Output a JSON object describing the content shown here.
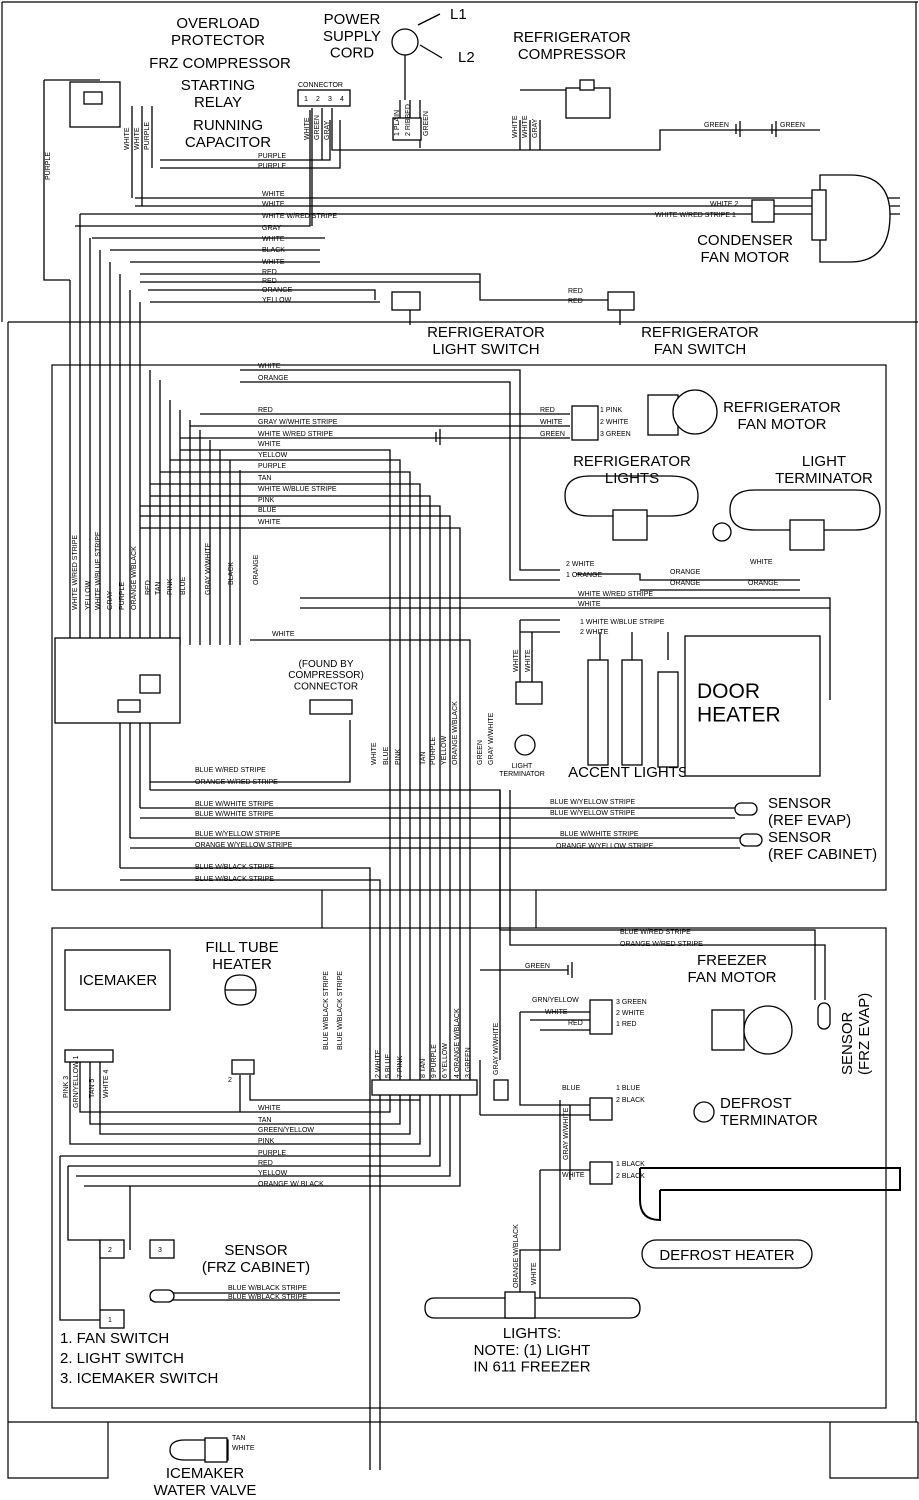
{
  "components": {
    "overload_protector": "OVERLOAD\nPROTECTOR",
    "frz_compressor": "FRZ COMPRESSOR",
    "starting_relay": "STARTING\nRELAY",
    "running_capacitor": "RUNNING\nCAPACITOR",
    "connector": "CONNECTOR",
    "connector_pins": [
      "1",
      "2",
      "3",
      "4"
    ],
    "power_supply_cord": "POWER\nSUPPLY\nCORD",
    "l1": "L1",
    "l2": "L2",
    "cord_wires": [
      "1 PLAIN",
      "2 RIBBED",
      "GREEN"
    ],
    "refrigerator_compressor": "REFRIGERATOR\nCOMPRESSOR",
    "condenser_fan_motor": "CONDENSER\nFAN MOTOR",
    "refrigerator_light_switch": "REFRIGERATOR\nLIGHT SWITCH",
    "refrigerator_fan_switch": "REFRIGERATOR\nFAN SWITCH",
    "refrigerator_fan_motor": "REFRIGERATOR\nFAN MOTOR",
    "refrigerator_lights": "REFRIGERATOR\nLIGHTS",
    "light_terminator": "LIGHT\nTERMINATOR",
    "found_by_compressor_connector": "(FOUND BY\nCOMPRESSOR)\nCONNECTOR",
    "door_heater": "DOOR\nHEATER",
    "light_terminator_small": "LIGHT\nTERMINATOR",
    "accent_lights": "ACCENT LIGHTS",
    "sensor_ref_evap": "SENSOR\n(REF EVAP)",
    "sensor_ref_cabinet": "SENSOR\n(REF CABINET)",
    "icemaker": "ICEMAKER",
    "fill_tube_heater": "FILL TUBE\nHEATER",
    "freezer_fan_motor": "FREEZER\nFAN MOTOR",
    "sensor_frz_evap": "SENSOR\n(FRZ EVAP)",
    "defrost_terminator": "DEFROST\nTERMINATOR",
    "defrost_heater": "DEFROST HEATER",
    "sensor_frz_cabinet": "SENSOR\n(FRZ CABINET)",
    "lights_note": "LIGHTS:\nNOTE: (1) LIGHT\nIN 611 FREEZER",
    "icemaker_water_valve": "ICEMAKER\nWATER VALVE"
  },
  "legend": [
    "1. FAN SWITCH",
    "2. LIGHT SWITCH",
    "3. ICEMAKER SWITCH"
  ],
  "switch_numbers": [
    "1",
    "2",
    "3"
  ],
  "wire_labels": {
    "top_bus": [
      "PURPLE",
      "PURPLE",
      "WHITE",
      "WHITE",
      "WHITE W/RED STRIPE",
      "GRAY",
      "WHITE",
      "BLACK",
      "WHITE",
      "RED",
      "RED",
      "ORANGE",
      "YELLOW"
    ],
    "compressor_vertical": [
      "WHITE",
      "WHITE",
      "PURPLE"
    ],
    "connector_vertical": [
      "WHITE",
      "GREEN",
      "GRAY"
    ],
    "ref_comp_vertical": [
      "WHITE",
      "WHITE",
      "GRAY"
    ],
    "left_purple": "PURPLE",
    "green_1": "GREEN",
    "green_2": "GREEN",
    "condenser_wires": [
      "WHITE 2",
      "WHITE W/RED STRIPE 1"
    ],
    "fan_switch_red": [
      "RED",
      "RED"
    ],
    "ref_fan_bus": [
      "WHITE",
      "ORANGE",
      "RED",
      "GRAY W/WHITE STRIPE",
      "WHITE W/RED STRIPE",
      "WHITE",
      "YELLOW",
      "PURPLE",
      "TAN",
      "WHITE W/BLUE STRIPE",
      "PINK",
      "BLUE",
      "WHITE"
    ],
    "ref_fan_motor_left": [
      "RED",
      "WHITE",
      "GREEN"
    ],
    "ref_fan_motor_pins": [
      "1 PINK",
      "2 WHITE",
      "3 GREEN"
    ],
    "light_connector": [
      "2 WHITE",
      "1 ORANGE"
    ],
    "lights_wires": [
      "ORANGE",
      "ORANGE",
      "WHITE",
      "ORANGE"
    ],
    "heater_wires": [
      "WHITE W/RED STRIPE",
      "WHITE"
    ],
    "accent_connector": [
      "1 WHITE W/BLUE STRIPE",
      "2 WHITE"
    ],
    "control_white": "WHITE",
    "left_vertical": [
      "WHITE W/RED STRIPE",
      "YELLOW",
      "WHITE W/BLUE STRIPE",
      "GRAY",
      "PURPLE",
      "ORANGE W/BLACK",
      "RED",
      "TAN",
      "PINK",
      "BLUE",
      "GRAY W/WHITE",
      "BLACK",
      "ORANGE"
    ],
    "middle_vertical": [
      "WHITE",
      "BLUE",
      "PINK",
      "TAN",
      "PURPLE",
      "YELLOW",
      "ORANGE W/BLACK",
      "GREEN",
      "GRAY W/WHITE"
    ],
    "light_term_vertical": [
      "WHITE",
      "WHITE"
    ],
    "sensor_bus": [
      "BLUE W/RED STRIPE",
      "ORANGE W/RED STRIPE",
      "BLUE W/WHITE STRIPE",
      "BLUE W/WHITE STRIPE",
      "BLUE W/YELLOW STRIPE",
      "ORANGE W/YELLOW STRIPE",
      "BLUE W/BLACK STRIPE",
      "BLUE W/BLACK STRIPE"
    ],
    "sensor_right": [
      "BLUE W/YELLOW STRIPE",
      "BLUE W/YELLOW STRIPE",
      "BLUE W/WHITE STRIPE",
      "ORANGE W/YELLOW STRIPE"
    ],
    "frz_evap_wires": [
      "BLUE W/RED STRIPE",
      "ORANGE W/RED STRIPE"
    ],
    "freezer_green": "GREEN",
    "freezer_fan_left": [
      "GRN/YELLOW",
      "WHITE",
      "RED"
    ],
    "freezer_fan_pins": [
      "3 GREEN",
      "2 WHITE",
      "1 RED"
    ],
    "defrost_term_wires": [
      "BLUE",
      "1 BLUE",
      "2 BLACK"
    ],
    "defrost_heater_wires": [
      "GRAY W/WHITE",
      "WHITE",
      "1 BLACK",
      "2 BLACK"
    ],
    "freezer_connector_pins": [
      "2 WHITE",
      "5 BLUE",
      "7 PINK",
      "8 TAN",
      "9 PURPLE",
      "6 YELLOW",
      "4 ORANGE W/BLACK",
      "3 GREEN"
    ],
    "freezer_vertical": [
      "BLUE W/BLACK STRIPE",
      "BLUE W/BLACK STRIPE",
      "GRAY W/WHITE"
    ],
    "icemaker_pins": [
      "PINK 3",
      "GRN/YELLOW 1",
      "TAN 5",
      "WHITE 4"
    ],
    "fill_tube_pin": "2",
    "freezer_bus": [
      "WHITE",
      "TAN",
      "GREEN/YELLOW",
      "PINK",
      "PURPLE",
      "RED",
      "YELLOW",
      "ORANGE W/ BLACK"
    ],
    "frz_cabinet_wires": [
      "BLUE W/BLACK STRIPE",
      "BLUE W/BLACK STRIPE"
    ],
    "lights_vertical": [
      "ORANGE W/BLACK",
      "WHITE"
    ],
    "water_valve_wires": [
      "TAN",
      "WHITE"
    ]
  }
}
